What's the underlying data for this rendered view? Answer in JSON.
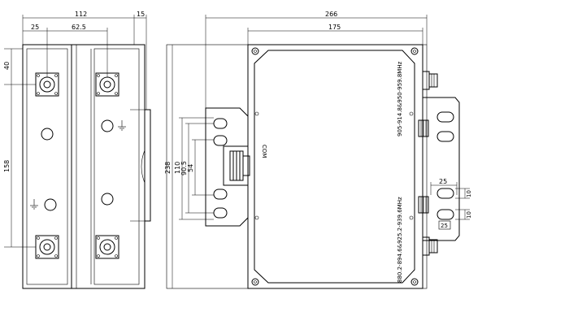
{
  "left_view": {
    "dims": {
      "width_total": "112",
      "width_side": "15",
      "offset_left": "25",
      "pitch": "62.5",
      "top_offset": "40",
      "vertical_pitch": "158"
    }
  },
  "right_view": {
    "dims": {
      "width_total": "266",
      "width_body": "175",
      "height_total": "238",
      "d110": "110",
      "d90_5": "90.5",
      "d54": "54",
      "d25a": "25",
      "d25b": "25",
      "d10": "10",
      "d10b": "10"
    },
    "labels": {
      "freq_top": "905-914.8&950-959.8MHz",
      "freq_bottom": "880.2-894.6&925.2-939.6MHz",
      "com": "COM"
    }
  }
}
